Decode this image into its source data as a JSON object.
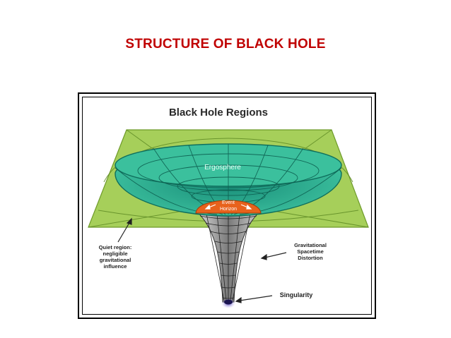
{
  "slide": {
    "title": "STRUCTURE OF BLACK HOLE"
  },
  "diagram": {
    "title": "Black Hole Regions",
    "ergosphere_label": "Ergosphere",
    "event_horizon_line1": "Event",
    "event_horizon_line2": "Horizon",
    "quiet_region_lines": [
      "Quiet region:",
      "negligible",
      "gravitational",
      "influence"
    ],
    "distortion_lines": [
      "Gravitational",
      "Spacetime",
      "Distortion"
    ],
    "singularity_label": "Singularity"
  },
  "colors": {
    "title_red": "#c00000",
    "plane_green": "#a6cf5a",
    "ergosphere_teal": "#1fa58a",
    "event_horizon_orange": "#e8621c",
    "funnel_gray": "#808080"
  }
}
